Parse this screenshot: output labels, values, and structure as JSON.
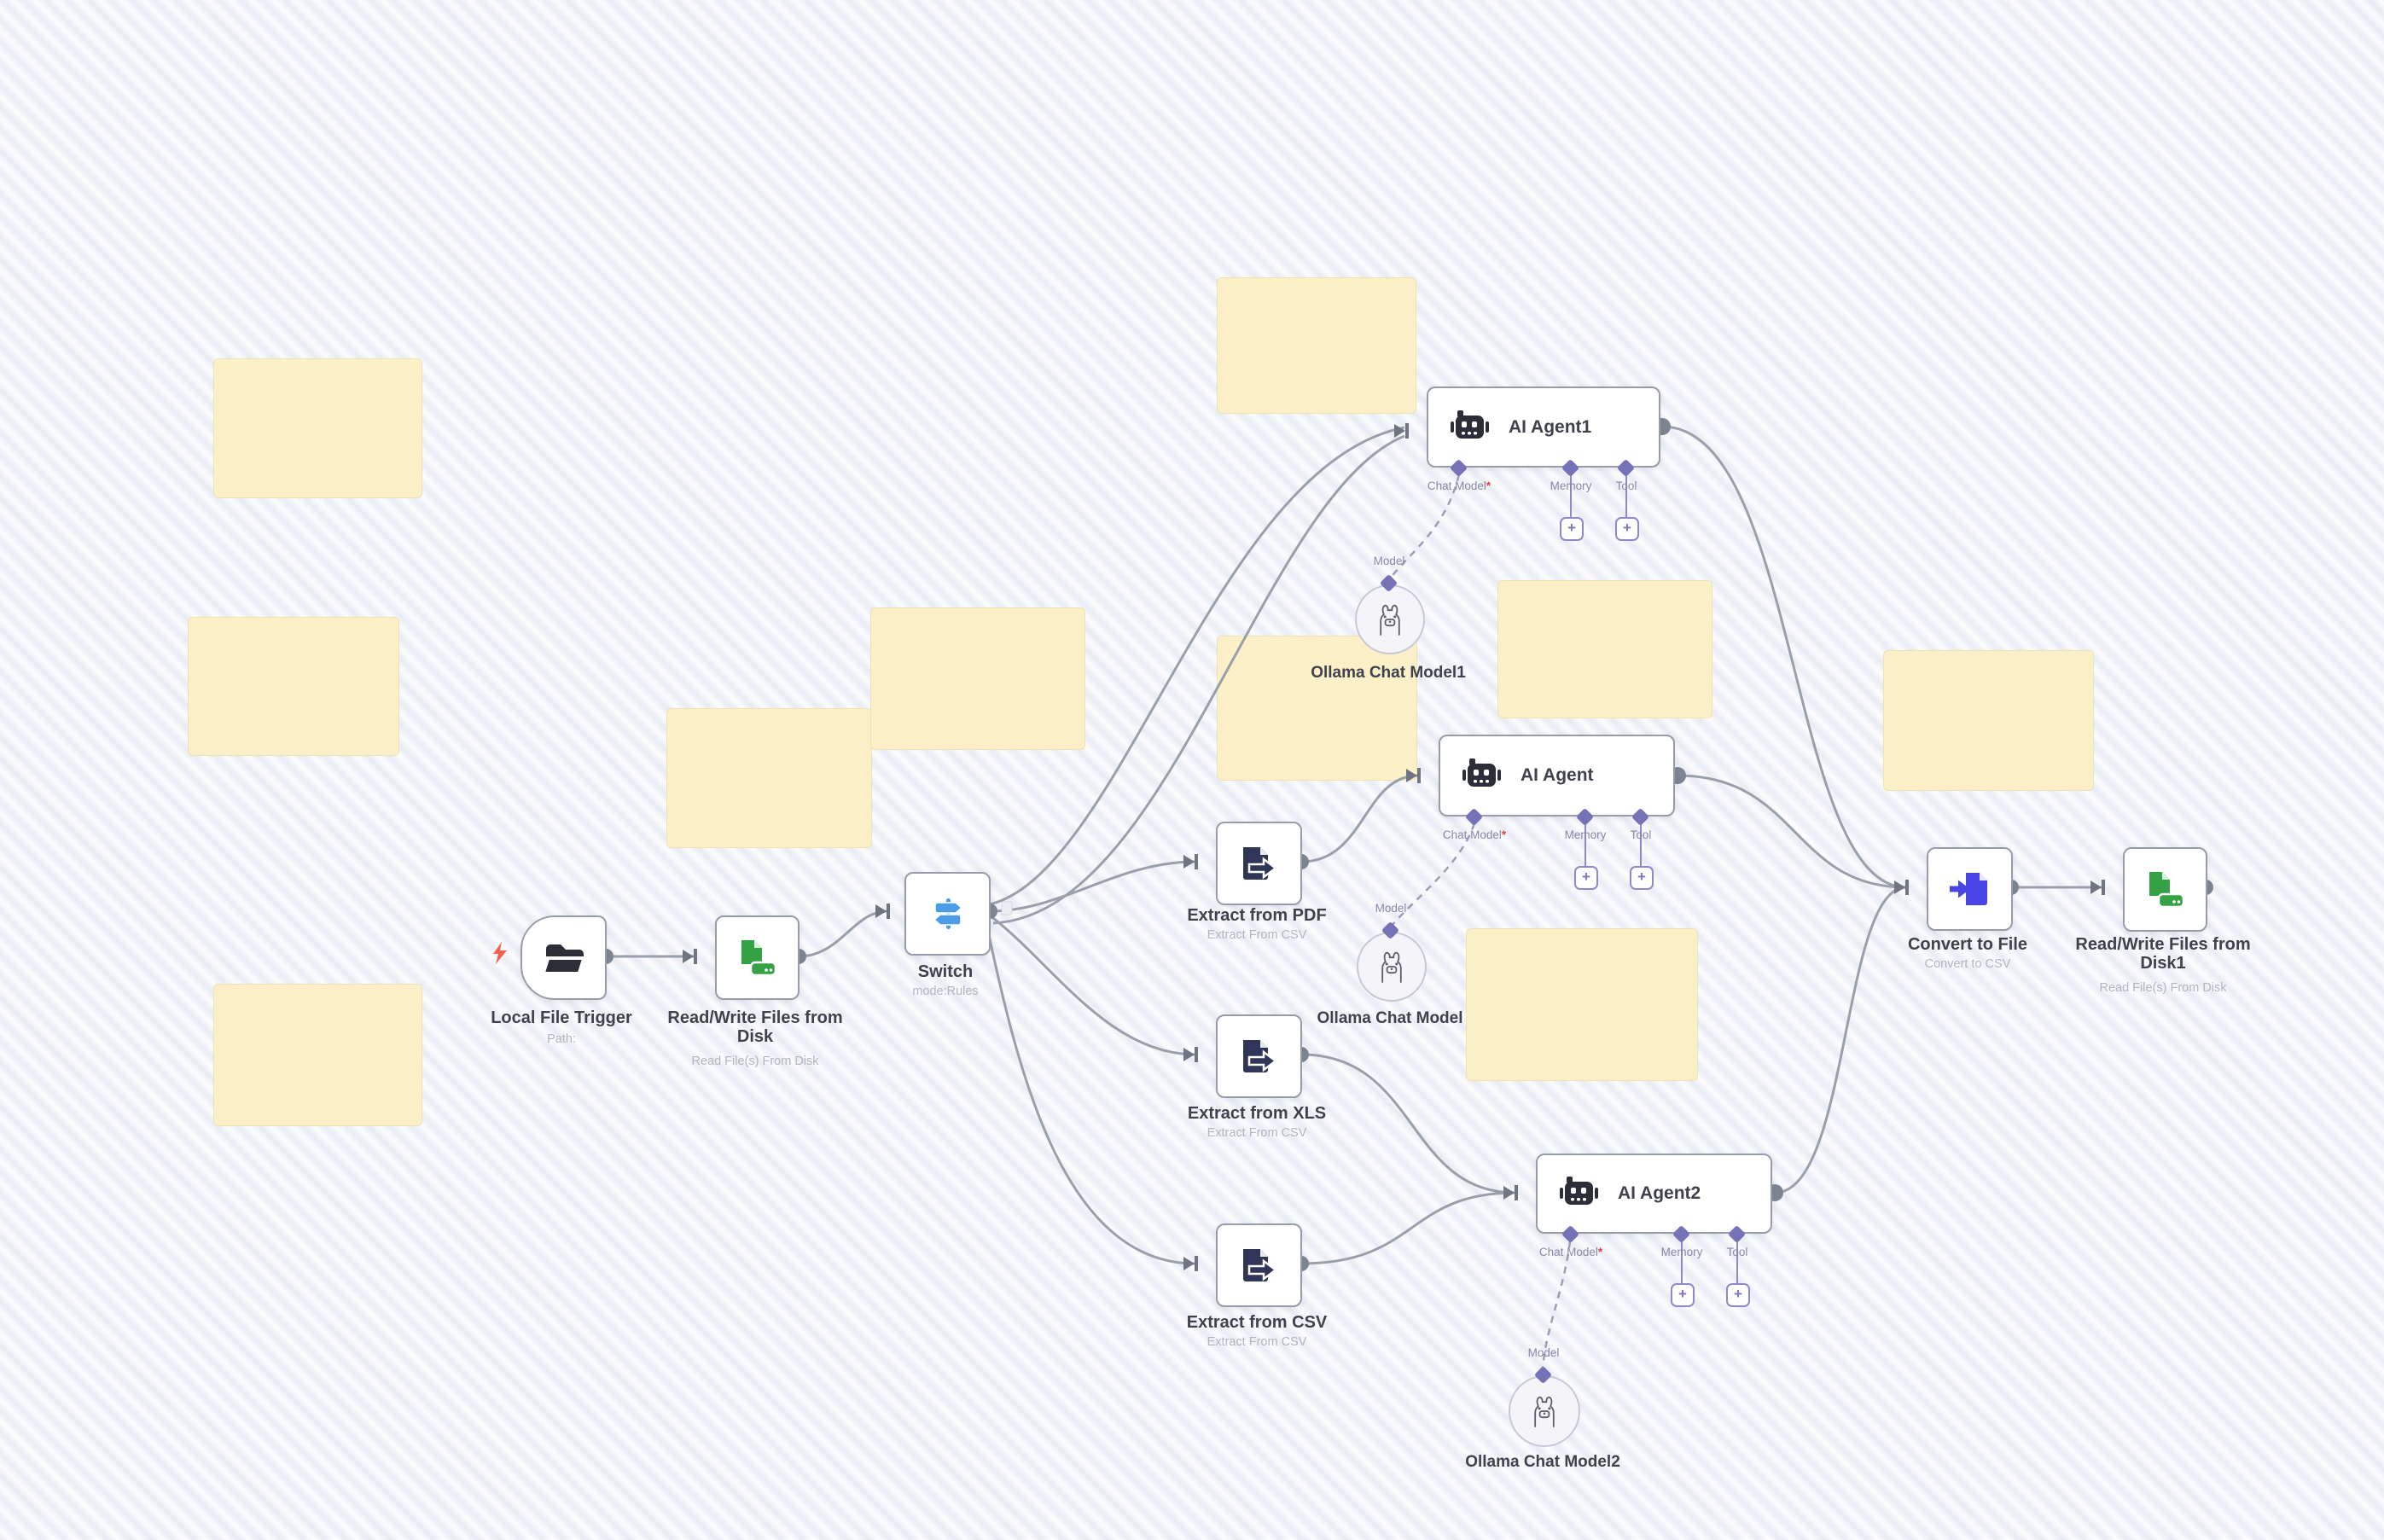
{
  "app": {
    "title": "Workflow canvas"
  },
  "nodes": {
    "local_file_trigger": {
      "label": "Local File Trigger",
      "subtitle": "Path:"
    },
    "read_write_disk": {
      "label": "Read/Write Files from Disk",
      "subtitle": "Read File(s) From Disk"
    },
    "switch": {
      "label": "Switch",
      "subtitle": "mode:Rules"
    },
    "extract_pdf": {
      "label": "Extract from PDF",
      "subtitle": "Extract From CSV"
    },
    "extract_xls": {
      "label": "Extract from XLS",
      "subtitle": "Extract From CSV"
    },
    "extract_csv": {
      "label": "Extract from CSV",
      "subtitle": "Extract From CSV"
    },
    "ai_agent1": {
      "label": "AI Agent1"
    },
    "ai_agent": {
      "label": "AI Agent"
    },
    "ai_agent2": {
      "label": "AI Agent2"
    },
    "ollama1": {
      "label": "Ollama Chat Model1"
    },
    "ollama": {
      "label": "Ollama Chat Model"
    },
    "ollama2": {
      "label": "Ollama Chat Model2"
    },
    "convert_to_file": {
      "label": "Convert to File",
      "subtitle": "Convert to CSV"
    },
    "read_write_disk1": {
      "label": "Read/Write Files from Disk1",
      "subtitle": "Read File(s) From Disk"
    }
  },
  "connectors": {
    "chat_model": "Chat Model",
    "required": "*",
    "memory": "Memory",
    "tool": "Tool",
    "model": "Model",
    "add": "+"
  },
  "sticky_notes": {
    "count": 10,
    "text": "",
    "color": "#fcf0c8"
  },
  "edges": [
    {
      "from": "Local File Trigger",
      "to": "Read/Write Files from Disk",
      "style": "solid"
    },
    {
      "from": "Read/Write Files from Disk",
      "to": "Switch",
      "style": "solid"
    },
    {
      "from": "Switch",
      "to": "AI Agent1",
      "style": "solid"
    },
    {
      "from": "Switch",
      "to": "AI Agent1",
      "style": "solid"
    },
    {
      "from": "Switch",
      "to": "Extract from PDF",
      "style": "solid"
    },
    {
      "from": "Switch",
      "to": "Extract from XLS",
      "style": "solid"
    },
    {
      "from": "Switch",
      "to": "Extract from CSV",
      "style": "solid"
    },
    {
      "from": "Extract from PDF",
      "to": "AI Agent",
      "style": "solid"
    },
    {
      "from": "Extract from XLS",
      "to": "AI Agent2",
      "style": "solid"
    },
    {
      "from": "Extract from CSV",
      "to": "AI Agent2",
      "style": "solid"
    },
    {
      "from": "AI Agent1",
      "to": "Convert to File",
      "style": "solid"
    },
    {
      "from": "AI Agent",
      "to": "Convert to File",
      "style": "solid"
    },
    {
      "from": "AI Agent2",
      "to": "Convert to File",
      "style": "solid"
    },
    {
      "from": "Convert to File",
      "to": "Read/Write Files from Disk1",
      "style": "solid"
    },
    {
      "from": "Ollama Chat Model1",
      "to": "AI Agent1 (Chat Model)",
      "style": "dashed"
    },
    {
      "from": "Ollama Chat Model",
      "to": "AI Agent (Chat Model)",
      "style": "dashed"
    },
    {
      "from": "Ollama Chat Model2",
      "to": "AI Agent2 (Chat Model)",
      "style": "dashed"
    }
  ],
  "colors": {
    "sticky": "#fcf0c8",
    "edge": "#9aa0ab",
    "node_border": "#979ca8",
    "green_icon": "#35a246",
    "blue_switch": "#4d9ce8",
    "navy_extract": "#2f3658",
    "indigo_convert": "#4a45e6",
    "purple_connector": "#7672b8",
    "red_trigger_bolt": "#f4604f",
    "label_text": "#3f414c",
    "subtitle_text": "#b3b5bf"
  }
}
